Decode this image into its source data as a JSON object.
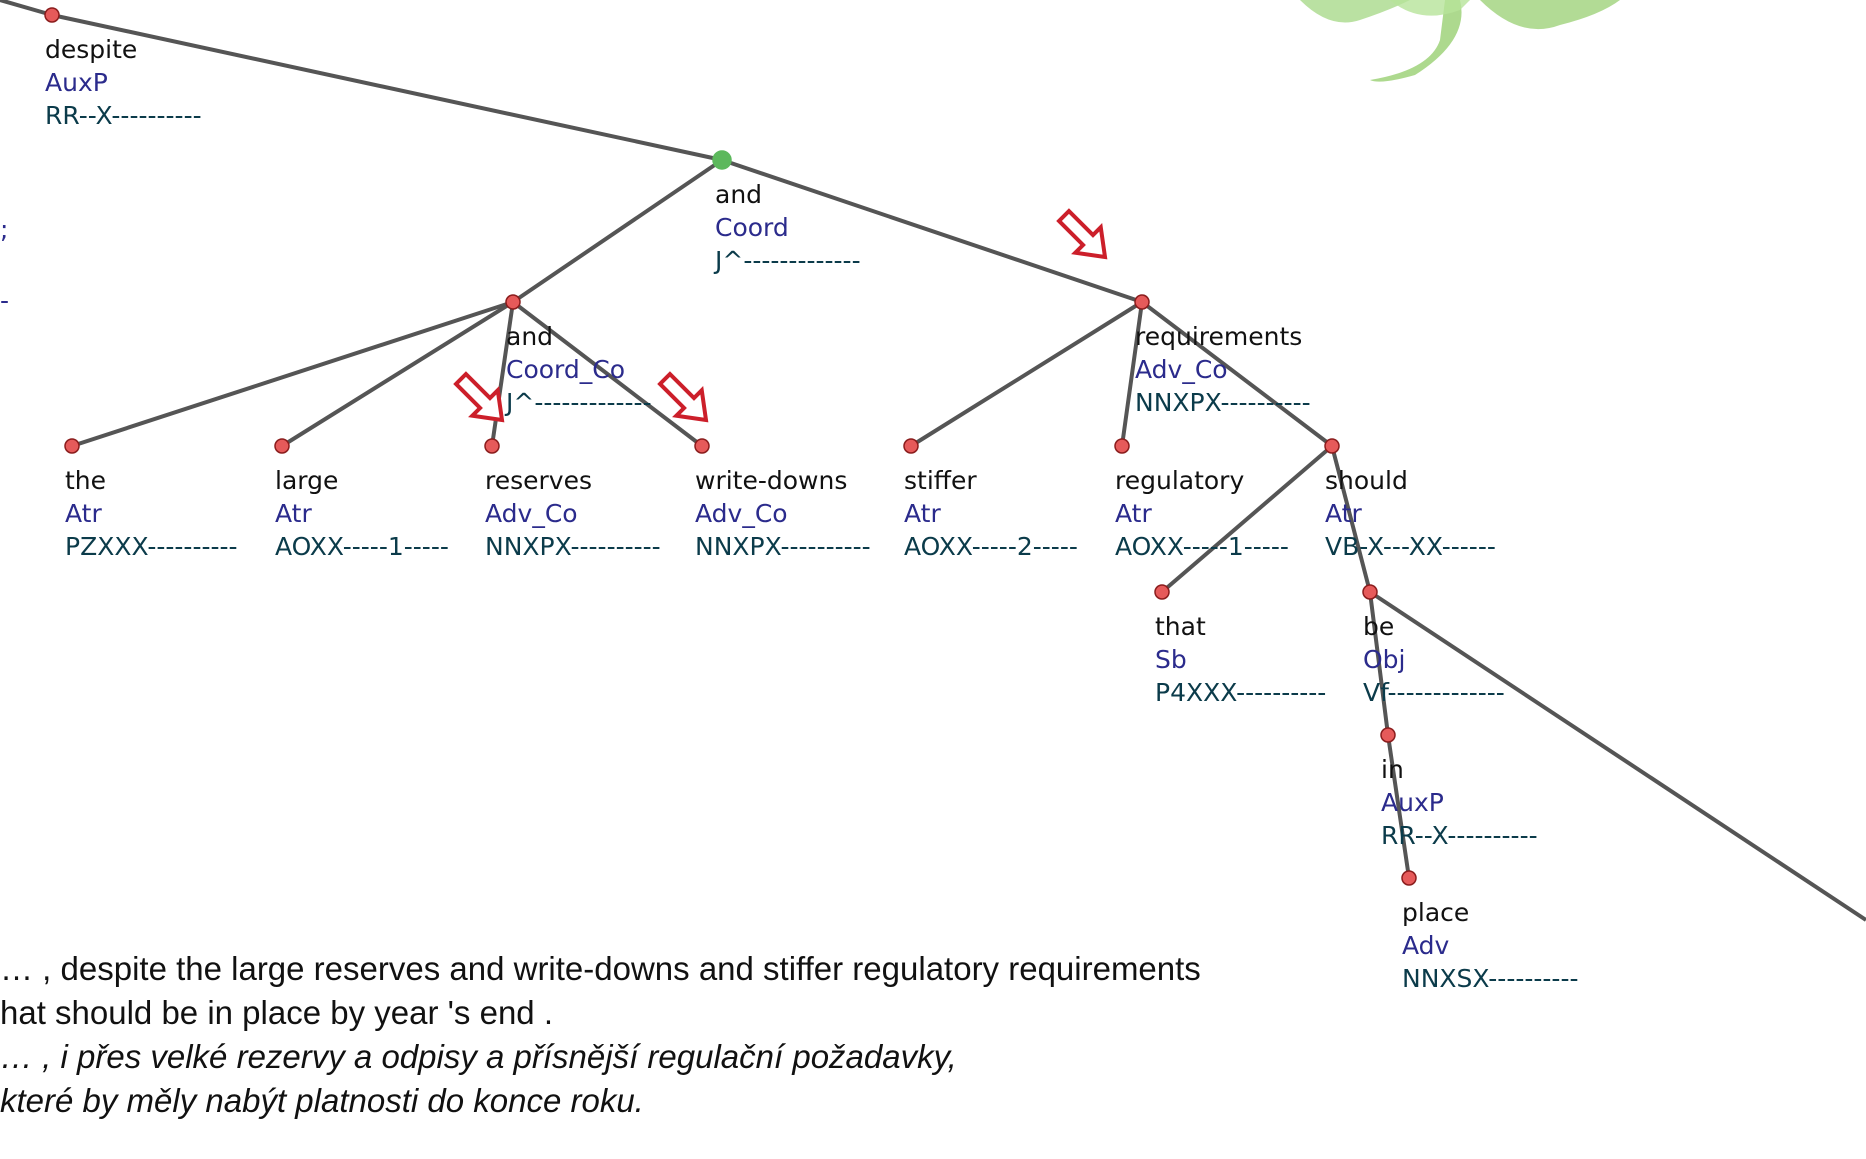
{
  "colors": {
    "edge": "#555555",
    "node_fill": "#e65a5a",
    "node_stroke": "#8a1c1c",
    "root_node": "#5cb85c",
    "arrow": "#cc1f2a",
    "form": "#111111",
    "afun": "#2b2b8c",
    "tag": "#0b3b4a"
  },
  "nodes": [
    {
      "id": "despite",
      "form": "despite",
      "afun": "AuxP",
      "tag": "RR--X----------"
    },
    {
      "id": "and1",
      "form": "and",
      "afun": "Coord",
      "tag": "J^-------------",
      "root": true
    },
    {
      "id": "and2",
      "form": "and",
      "afun": "Coord_Co",
      "tag": "J^-------------"
    },
    {
      "id": "requirements",
      "form": "requirements",
      "afun": "Adv_Co",
      "tag": "NNXPX----------"
    },
    {
      "id": "the",
      "form": "the",
      "afun": "Atr",
      "tag": "PZXXX----------"
    },
    {
      "id": "large",
      "form": "large",
      "afun": "Atr",
      "tag": "AOXX-----1-----"
    },
    {
      "id": "reserves",
      "form": "reserves",
      "afun": "Adv_Co",
      "tag": "NNXPX----------"
    },
    {
      "id": "write-downs",
      "form": "write-downs",
      "afun": "Adv_Co",
      "tag": "NNXPX----------"
    },
    {
      "id": "stiffer",
      "form": "stiffer",
      "afun": "Atr",
      "tag": "AOXX-----2-----"
    },
    {
      "id": "regulatory",
      "form": "regulatory",
      "afun": "Atr",
      "tag": "AOXX-----1-----"
    },
    {
      "id": "should",
      "form": "should",
      "afun": "Atr",
      "tag": "VB-X---XX------"
    },
    {
      "id": "that",
      "form": "that",
      "afun": "Sb",
      "tag": "P4XXX----------"
    },
    {
      "id": "be",
      "form": "be",
      "afun": "Obj",
      "tag": "Vf-------------"
    },
    {
      "id": "in",
      "form": "in",
      "afun": "AuxP",
      "tag": "RR--X----------"
    },
    {
      "id": "place",
      "form": "place",
      "afun": "Adv",
      "tag": "NNXSX----------"
    }
  ],
  "clipped_left": {
    "line1": ";",
    "line2": "-"
  },
  "sentence": {
    "en_line1": "… , despite the large reserves and write-downs and stiffer regulatory requirements",
    "en_line2": "hat should be in place by year 's end .",
    "cz_line1": "… , i přes velké rezervy a odpisy a přísnější regulační požadavky,",
    "cz_line2": "které by měly nabýt platnosti do konce roku."
  }
}
